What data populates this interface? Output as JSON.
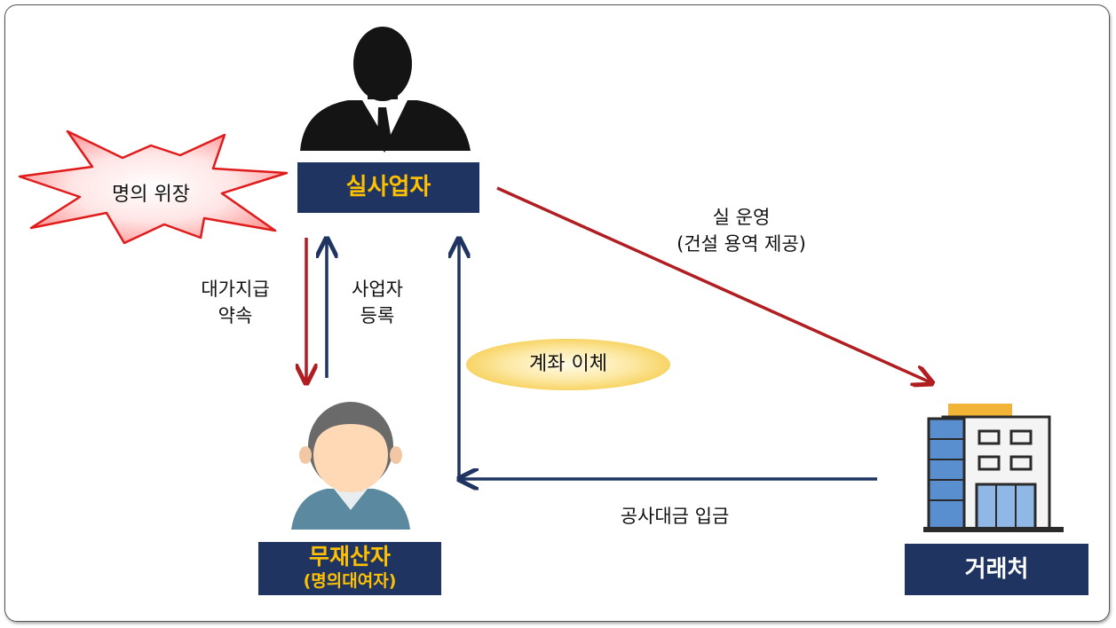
{
  "nodes": {
    "owner": {
      "label": "실사업자"
    },
    "nominee": {
      "label": "무재산자",
      "sublabel": "(명의대여자)"
    },
    "client": {
      "label": "거래처"
    }
  },
  "badges": {
    "burst": "명의 위장",
    "transfer": "계좌 이체"
  },
  "edges": {
    "promise": [
      "대가지급",
      "약속"
    ],
    "register": [
      "사업자",
      "등록"
    ],
    "operation": [
      "실 운영",
      "(건설 용역 제공)"
    ],
    "payment": "공사대금 입금"
  },
  "colors": {
    "navy": "#1f3461",
    "red": "#b01e22",
    "accent": "#ffc000",
    "arrow_blue": "#1f3461"
  }
}
